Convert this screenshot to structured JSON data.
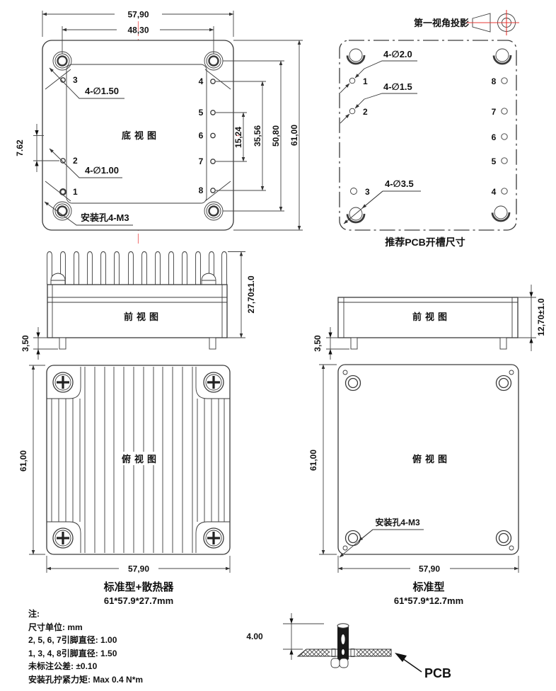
{
  "colors": {
    "line": "#3a3a3a",
    "centerline_red": "#f28080",
    "symbol_red": "#e53935",
    "text": "#111111",
    "background": "#ffffff"
  },
  "projection": {
    "label": "第一视角投影"
  },
  "bottom_view": {
    "title": "底视图",
    "dim_outer_width": "57,90",
    "dim_pin_width": "48,30",
    "dim_left": "7.62",
    "dim_right_1": "15,24",
    "dim_right_2": "35,56",
    "dim_right_3": "50,80",
    "dim_right_4": "61,00",
    "label_pins_large": "4-∅1.50",
    "label_pins_small": "4-∅1.00",
    "label_mounting": "安装孔4-M3",
    "pins_left": [
      "3",
      "2",
      "1"
    ],
    "pins_right": [
      "4",
      "5",
      "6",
      "7",
      "8"
    ]
  },
  "pcb_view": {
    "title": "推荐PCB开槽尺寸",
    "label_hole_20": "4-∅2.0",
    "label_hole_15": "4-∅1.5",
    "label_hole_35": "4-∅3.5",
    "pins_left": [
      "1",
      "2",
      "3"
    ],
    "pins_right": [
      "8",
      "7",
      "6",
      "5",
      "4"
    ]
  },
  "front_view_heatsink": {
    "title": "前视图",
    "dim_height": "27,70±1.0",
    "dim_pin": "3,50"
  },
  "front_view_standard": {
    "title": "前视图",
    "dim_height": "12,70±1.0",
    "dim_pin": "3,50"
  },
  "top_view_heatsink": {
    "title": "俯视图",
    "dim_height": "61,00",
    "dim_width": "57,90",
    "caption": "标准型+散热器",
    "size": "61*57.9*27.7mm"
  },
  "top_view_standard": {
    "title": "俯视图",
    "dim_height": "61,00",
    "dim_width": "57,90",
    "caption": "标准型",
    "size": "61*57.9*12.7mm",
    "label_mounting": "安装孔4-M3"
  },
  "pcb_detail": {
    "dim_height": "4.00",
    "label": "PCB"
  },
  "notes": {
    "line0": "注:",
    "line1": "尺寸单位: mm",
    "line2": "2, 5, 6, 7引脚直径: 1.00",
    "line3": "1, 3, 4, 8引脚直径: 1.50",
    "line4": "未标注公差: ±0.10",
    "line5": "安装孔拧紧力矩: Max 0.4 N*m"
  }
}
